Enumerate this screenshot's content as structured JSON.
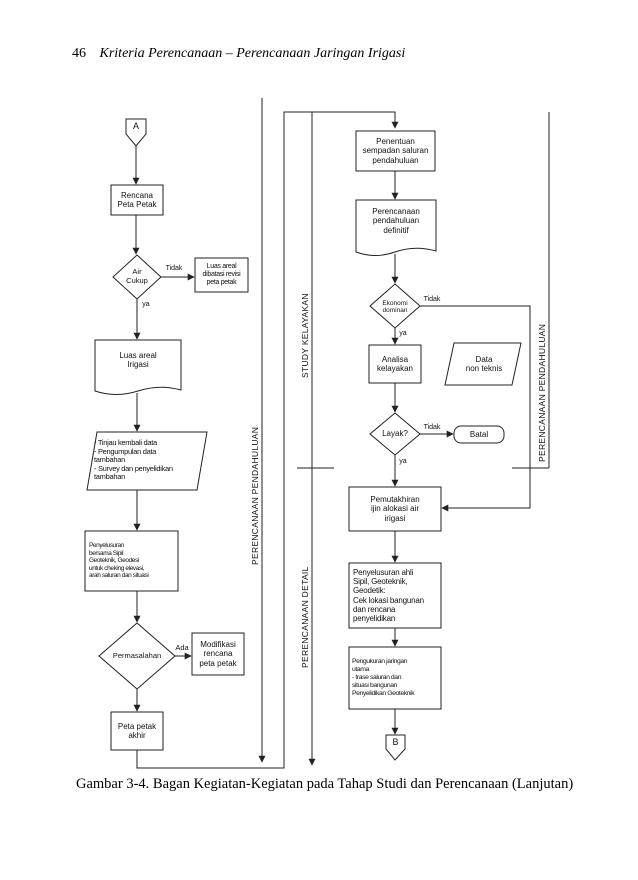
{
  "page": {
    "number": "46",
    "running_title": "Kriteria Perencanaan – Perencanaan Jaringan Irigasi"
  },
  "figure": {
    "caption": "Gambar 3-4. Bagan Kegiatan-Kegiatan pada Tahap Studi dan Perencanaan (Lanjutan)"
  },
  "nodes": {
    "connector_a": "A",
    "rencana_peta": "Rencana\nPeta Petak",
    "air_cukup": "Air\nCukup",
    "luas_revisi": "Luas areal\ndibatasi revisi\npeta petak",
    "luas_irigasi": "Luas areal\nIrigasi",
    "tinjau": "- Tinjau kembali data\n- Pengumpulan data\n  tambahan\n- Survey dan penyelidikan\n  tambahan",
    "penyelusuran": "Penyelusuran\nbersama Sipil\nGeoteknik, Geodesi\nuntuk cheking elevasi,\narah saluran dan situasi",
    "permasalahan": "Permasalahan",
    "modifikasi": "Modifikasi\nrencana\npeta petak",
    "peta_akhir": "Peta petak\nakhir",
    "penentuan": "Penentuan\nsempadan saluran\npendahuluan",
    "perencanaan_def": "Perencanaan\npendahuluan\ndefinitif",
    "ekonomi": "Ekonomi\ndominan",
    "analisa": "Analisa\nkelayakan",
    "data_non": "Data\nnon teknis",
    "layak": "Layak?",
    "batal": "Batal",
    "pemutakhiran": "Pemutakhiran\nijin alokasi air\nirigasi",
    "penyelusuran_ahli": "Penyelusuran ahli\nSipil, Geoteknik,\nGeodetik:\nCek lokasi bangunan\ndan rencana\npenyelidikan",
    "pengukuran": "Pengukuran jaringan\nutama\n- trase saluran dan\n  situasi bangunan\nPenyelidikan Geoteknik",
    "connector_b": "B"
  },
  "edge_labels": {
    "tidak_1": "Tidak",
    "ya_1": "ya",
    "ada": "Ada",
    "tidak_2": "Tidak",
    "ya_2": "ya",
    "tidak_3": "Tidak",
    "ya_3": "ya"
  },
  "phase_labels": {
    "perencanaan_pendahuluan_left": "PERENCANAAN PENDAHULUAN",
    "study_kelayakan": "STUDY KELAYAKAN",
    "perencanaan_detail": "PERENCANAAN DETAIL",
    "perencanaan_pendahuluan_right": "PERENCANAAN PENDAHULUAN"
  },
  "colors": {
    "line": "#222222",
    "text": "#111111"
  }
}
